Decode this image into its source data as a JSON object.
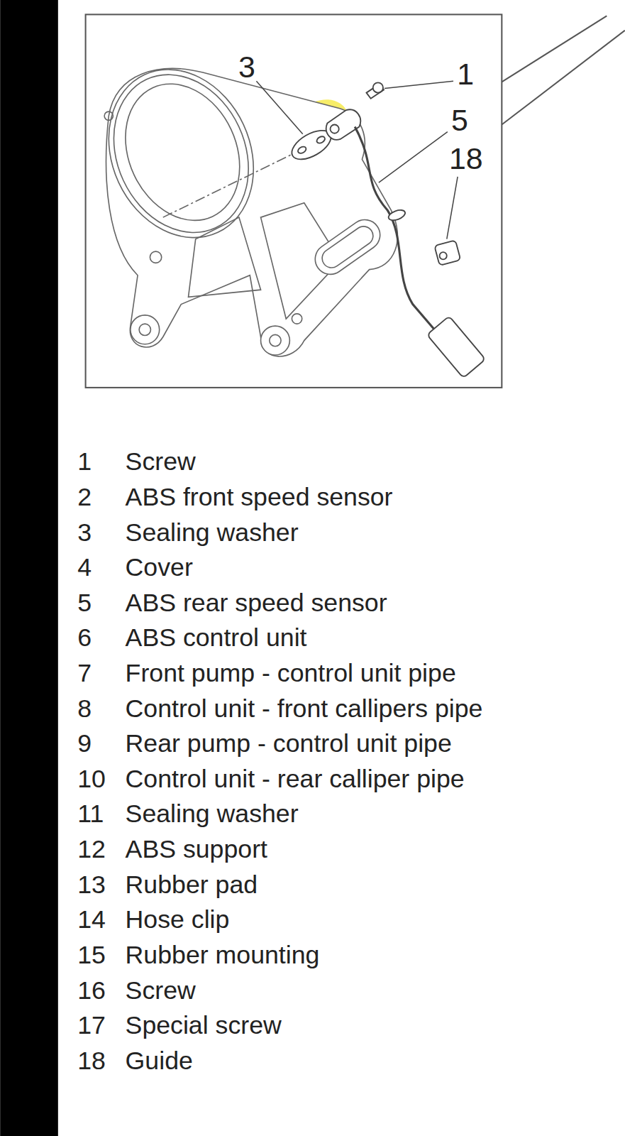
{
  "diagram": {
    "labels": [
      "3",
      "1",
      "5",
      "18",
      "1",
      "Screw",
      "2",
      "ABS front speed sensor",
      "3",
      "Sealing washer",
      "4",
      "Cover",
      "5",
      "ABS rear speed sensor",
      "6",
      "ABS control unit",
      "7",
      "Front pump - control unit pipe",
      "8",
      "Control unit - front callipers pipe",
      "9",
      "Rear pump - control unit pipe",
      "10",
      "Control unit - rear calliper pipe",
      "11",
      "Sealing washer",
      "12",
      "ABS support",
      "13",
      "Rubber pad",
      "14",
      "Hose clip",
      "15",
      "Rubber mounting",
      "16",
      "Screw",
      "17",
      "Special screw",
      "18",
      "Guide"
    ]
  }
}
